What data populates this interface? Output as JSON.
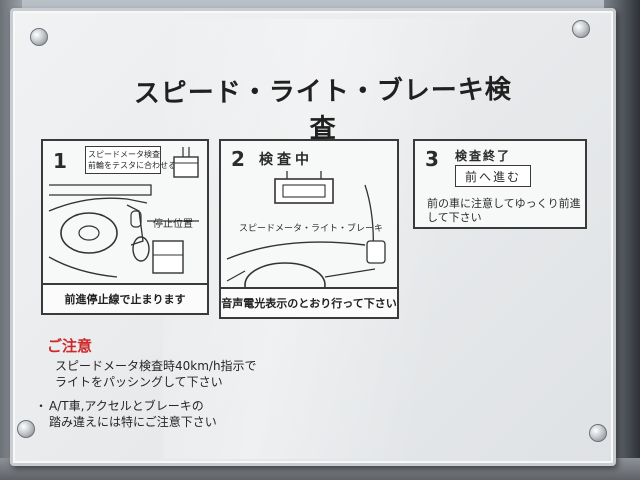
{
  "sign": {
    "title": "スピード・ライト・ブレーキ検査",
    "steps": [
      {
        "number": "1",
        "tag_line1": "スピードメータ検査",
        "tag_line2": "前輪をテスタに合わせる",
        "stop_label": "停止位置",
        "caption": "前進停止線で止まります"
      },
      {
        "number": "2",
        "heading": "検査中",
        "display_label": "スピードメータ・ライト・ブレーキ",
        "caption": "音声電光表示のとおり行って下さい"
      },
      {
        "number": "3",
        "heading": "検査終了",
        "display_text": "前へ進む",
        "line1": "前の車に注意してゆっくり前進",
        "line2": "して下さい"
      }
    ],
    "notice": {
      "title": "ご注意",
      "line1": "スピードメータ検査時40km/h指示で",
      "line2": "ライトをパッシングして下さい",
      "bullet": "・",
      "line3": "A/T車,アクセルとブレーキの",
      "line4": "踏み違えには特にご注意下さい"
    }
  },
  "colors": {
    "notice_red": "#cc2a2a",
    "panel": "#eceeef",
    "ink": "#2b2b2b"
  }
}
